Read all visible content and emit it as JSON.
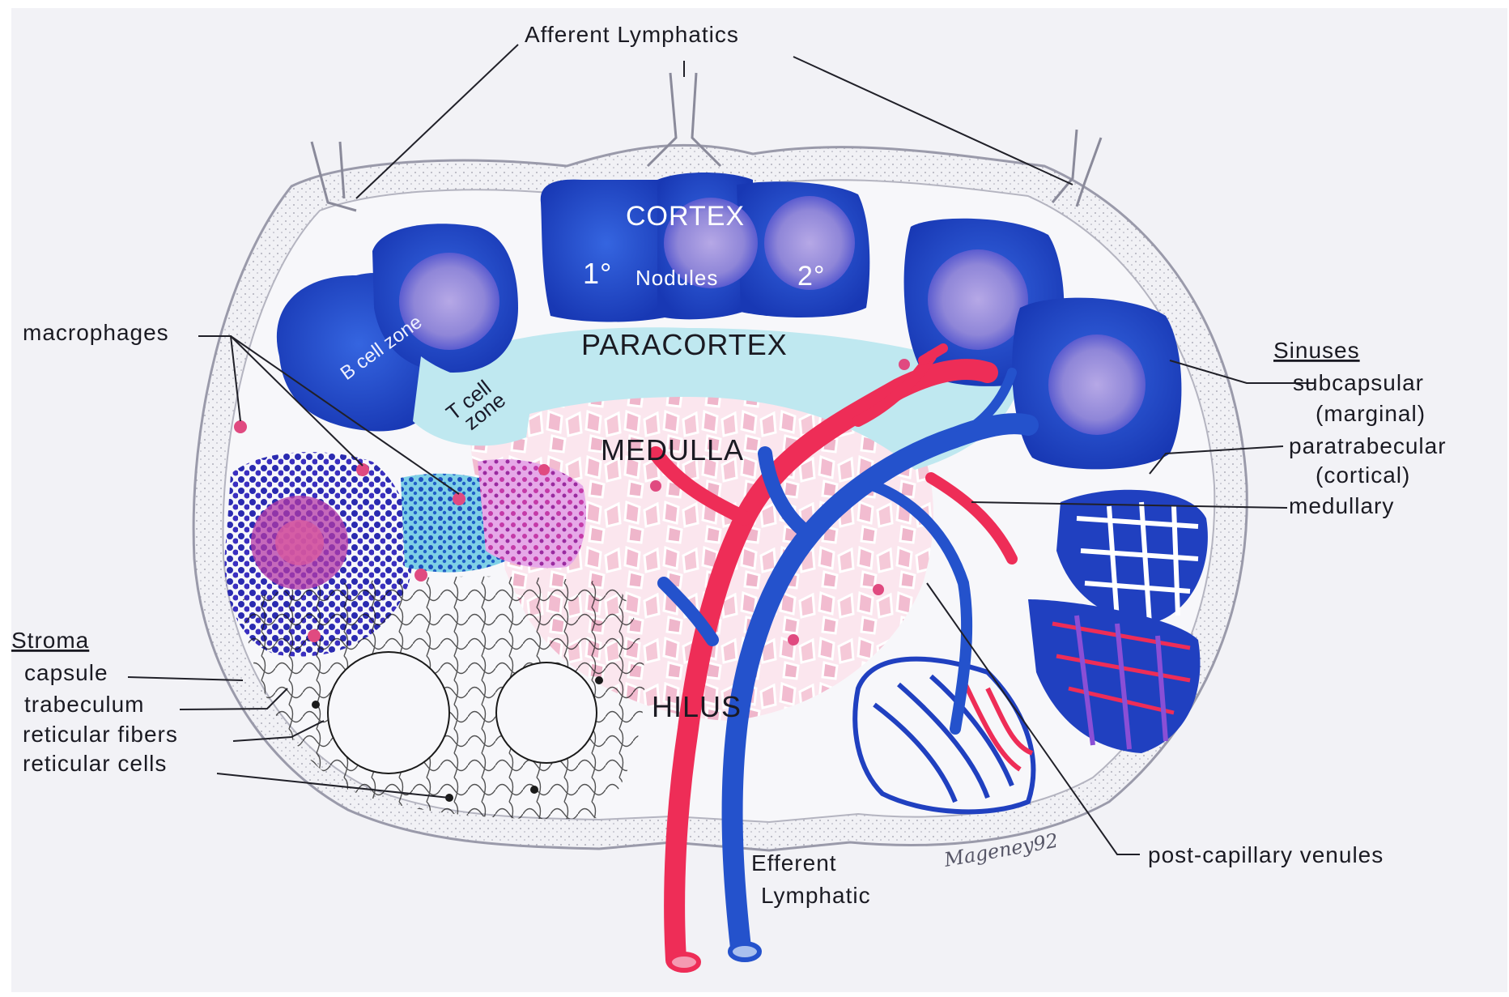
{
  "labels": {
    "afferent_lymphatics": "Afferent  Lymphatics",
    "cortex": "CORTEX",
    "primary": "1°",
    "nodules": "Nodules",
    "secondary": "2°",
    "paracortex": "PARACORTEX",
    "medulla": "MEDULLA",
    "hilus": "HILUS",
    "b_cell_zone": "B cell zone",
    "t_cell_line1": "T cell",
    "t_cell_line2": "zone",
    "macrophages": "macrophages",
    "sinuses": "Sinuses",
    "subcapsular": "subcapsular",
    "marginal": "(marginal)",
    "paratrabecular": "paratrabecular",
    "cortical": "(cortical)",
    "medullary": "medullary",
    "stroma": "Stroma",
    "capsule": "capsule",
    "trabeculum": "trabeculum",
    "reticular_fibers": "reticular fibers",
    "reticular_cells": "reticular cells",
    "efferent_line1": "Efferent",
    "efferent_line2": "Lymphatic",
    "post_capillary_venules": "post-capillary  venules",
    "signature": "Mageney92"
  },
  "colors": {
    "capsule_fill": "#f3f3f7",
    "nodule_blue": "#1e46c8",
    "germinal_center": "#9a8ad8",
    "paracortex_cyan": "#bfe8f0",
    "medulla_pink": "#f3c4d4",
    "artery_red": "#ee2d57",
    "vein_blue": "#2452cc",
    "stroma_line": "#1a1a1a",
    "sinus_purple": "#8a4fd6"
  }
}
